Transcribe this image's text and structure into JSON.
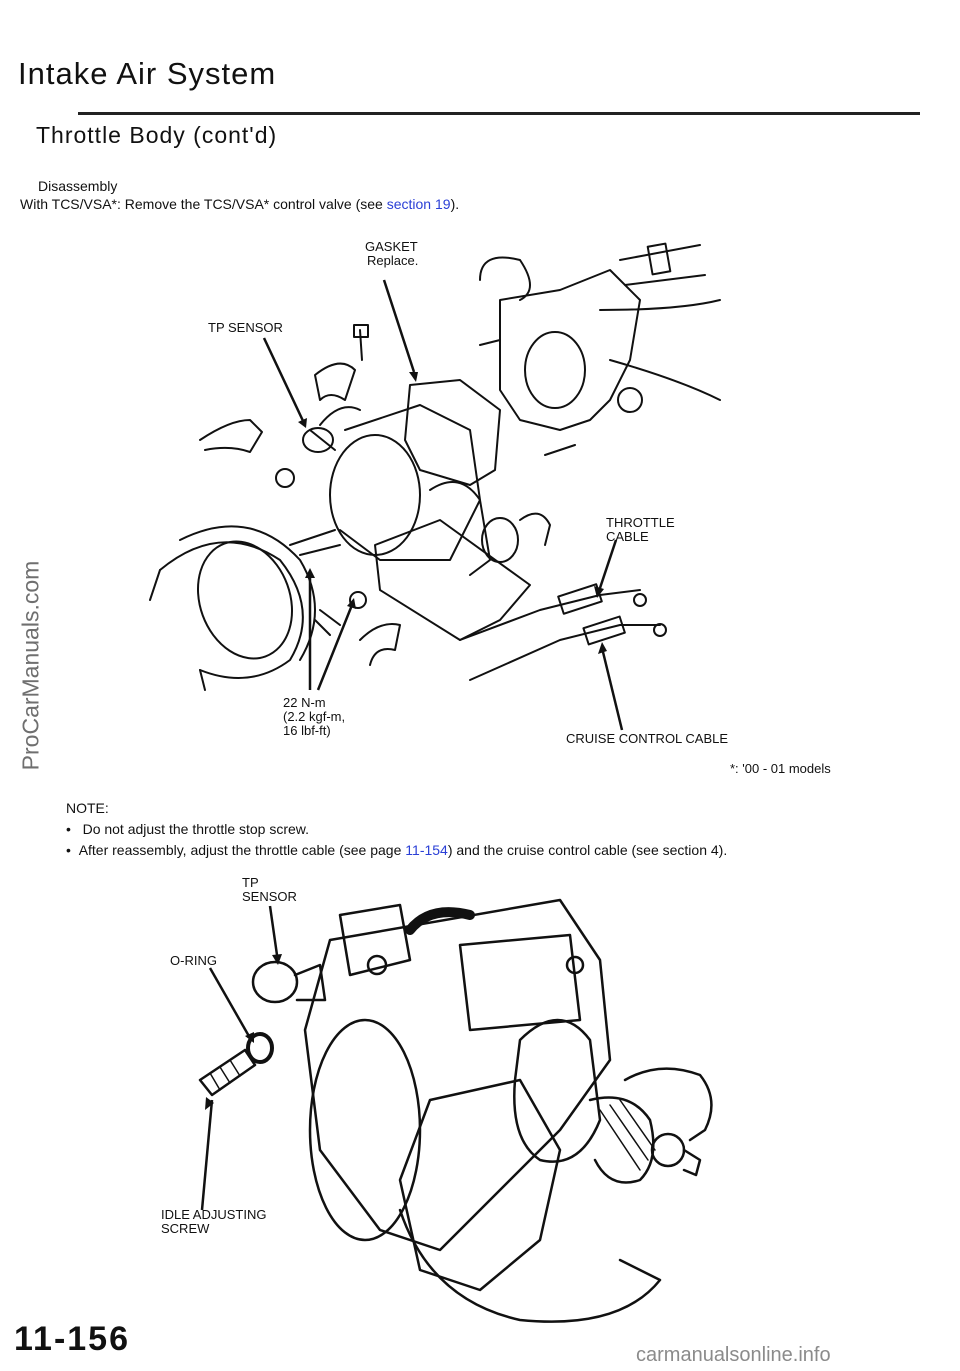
{
  "page": {
    "title": "Intake Air System",
    "subtitle": "Throttle Body (cont'd)",
    "section_heading": "Disassembly",
    "instruction_prefix": "With TCS/VSA*: Remove the TCS/VSA* control valve (see ",
    "instruction_link": "section 19",
    "instruction_suffix": ").",
    "footnote": "*: '00 - 01 models",
    "note_heading": "NOTE:",
    "note_1": "Do not adjust the throttle stop screw.",
    "note_2_prefix": "After reassembly, adjust the throttle cable (see page ",
    "note_2_link": "11-154",
    "note_2_suffix": ") and the cruise control cable (see section 4).",
    "page_number": "11-156",
    "watermark": "ProCarManuals.com",
    "site_footer": "carmanualsonline.info"
  },
  "diagram1": {
    "gasket_line1": "GASKET",
    "gasket_line2": "Replace.",
    "tp_sensor": "TP SENSOR",
    "throttle_cable_line1": "THROTTLE",
    "throttle_cable_line2": "CABLE",
    "torque_line1": "22 N-m",
    "torque_line2": "(2.2 kgf-m,",
    "torque_line3": "16 lbf-ft)",
    "cruise_cable": "CRUISE CONTROL CABLE"
  },
  "diagram2": {
    "tp_line1": "TP",
    "tp_line2": "SENSOR",
    "o_ring": "O-RING",
    "idle_line1": "IDLE ADJUSTING",
    "idle_line2": "SCREW"
  }
}
